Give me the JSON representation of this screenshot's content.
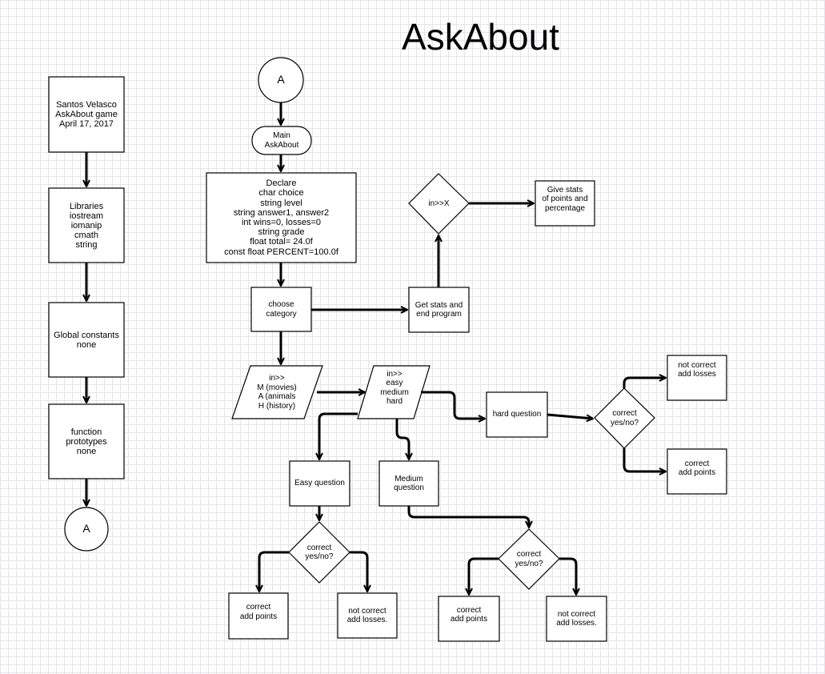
{
  "title": "AskAbout",
  "left_column": {
    "author": "Santos Velasco\nAskAbout game\nApril 17, 2017",
    "libraries": "Libraries\niostream\niomanip\ncmath\nstring",
    "globals": "Global constants\nnone",
    "prototypes": "function\nprototypes\nnone",
    "connector": "A"
  },
  "main": {
    "connector": "A",
    "start": "Main\nAskAbout",
    "declare": "Declare\nchar choice\nstring level\nstring answer1, answer2\nint wins=0, losses=0\nstring grade\nfloat total= 24.0f\nconst float PERCENT=100.0f",
    "choose": "choose\ncategory",
    "input_category": "in>>\nM (movies)\nA (animals\nH (history)",
    "input_level": "in>>\neasy\nmedium\nhard",
    "get_stats": "Get stats and\nend program",
    "exit_check": "in>>X",
    "give_stats": "Give stats\nof points and\npercentage",
    "hard_question": "hard question",
    "hard_check": "correct\nyes/no?",
    "hard_wrong": "not correct\nadd losses",
    "hard_right": "correct\nadd points",
    "easy_question": "Easy question",
    "easy_check": "correct\nyes/no?",
    "easy_right": "correct\nadd points",
    "easy_wrong": "not correct\nadd losses.",
    "medium_question": "Medium\nquestion",
    "medium_check": "correct\nyes/no?",
    "medium_right": "correct\nadd points",
    "medium_wrong": "not correct\nadd losses."
  }
}
